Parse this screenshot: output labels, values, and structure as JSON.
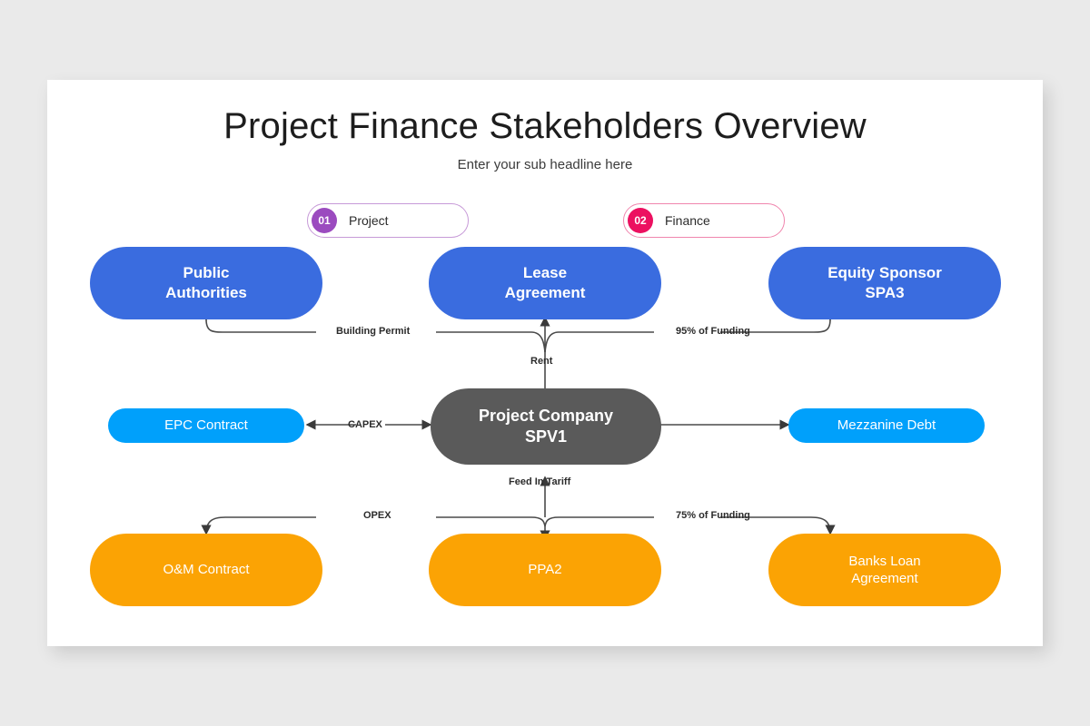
{
  "canvas": {
    "background": "#eaeaea",
    "card_background": "#ffffff"
  },
  "header": {
    "title": "Project Finance Stakeholders Overview",
    "subtitle": "Enter your sub headline here"
  },
  "legend": {
    "items": [
      {
        "number": "01",
        "label": "Project",
        "color": "#9b4bbf"
      },
      {
        "number": "02",
        "label": "Finance",
        "color": "#ec1060"
      }
    ]
  },
  "palette": {
    "blue": "#3a6cdf",
    "light_blue": "#00a0fb",
    "orange": "#fba304",
    "dark_gray": "#5a5a5a",
    "wire": "#4a4a4a",
    "text_dark": "#2b2b2b"
  },
  "diagram": {
    "nodes": [
      {
        "id": "public-authorities",
        "line1": "Public",
        "line2": "Authorities",
        "color": "#3a6cdf",
        "style": "big"
      },
      {
        "id": "lease-agreement",
        "line1": "Lease",
        "line2": "Agreement",
        "color": "#3a6cdf",
        "style": "big"
      },
      {
        "id": "equity-sponsor",
        "line1": "Equity Sponsor",
        "line2": "SPA3",
        "color": "#3a6cdf",
        "style": "big"
      },
      {
        "id": "epc-contract",
        "line1": "EPC Contract",
        "line2": "",
        "color": "#00a0fb",
        "style": "small"
      },
      {
        "id": "project-company",
        "line1": "Project Company",
        "line2": "SPV1",
        "color": "#5a5a5a",
        "style": "center"
      },
      {
        "id": "mezzanine-debt",
        "line1": "Mezzanine Debt",
        "line2": "",
        "color": "#00a0fb",
        "style": "small"
      },
      {
        "id": "om-contract",
        "line1": "O&M Contract",
        "line2": "",
        "color": "#fba304",
        "style": "small"
      },
      {
        "id": "ppa2",
        "line1": "PPA2",
        "line2": "",
        "color": "#fba304",
        "style": "small"
      },
      {
        "id": "banks-loan",
        "line1": "Banks Loan",
        "line2": "Agreement",
        "color": "#fba304",
        "style": "small"
      }
    ],
    "connector_labels": [
      {
        "id": "building-permit",
        "text": "Building Permit"
      },
      {
        "id": "funding-95",
        "text": "95% of Funding"
      },
      {
        "id": "rent",
        "text": "Rent"
      },
      {
        "id": "capex",
        "text": "CAPEX"
      },
      {
        "id": "feed-in-tariff",
        "text": "Feed In Tariff"
      },
      {
        "id": "opex",
        "text": "OPEX"
      },
      {
        "id": "funding-75",
        "text": "75% of Funding"
      }
    ]
  }
}
